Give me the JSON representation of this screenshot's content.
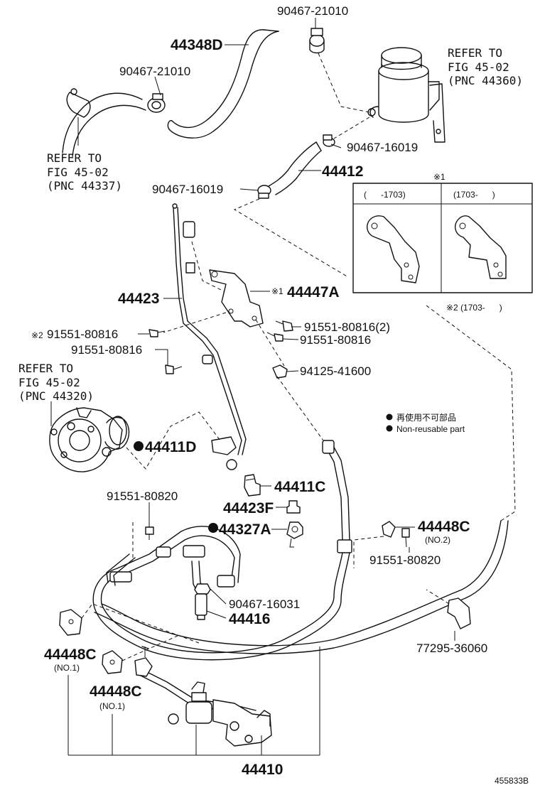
{
  "labels": {
    "p_44348D": "44348D",
    "p_90467_21010_top": "90467-21010",
    "p_90467_21010_mid": "90467-21010",
    "ref_reservoir_1": "REFER TO",
    "ref_reservoir_2": "FIG 45-02",
    "ref_reservoir_3": "(PNC 44360)",
    "ref_hose_1": "REFER TO",
    "ref_hose_2": "FIG 45-02",
    "ref_hose_3": "(PNC 44337)",
    "p_90467_16019_a": "90467-16019",
    "p_44412": "44412",
    "p_90467_16019_b": "90467-16019",
    "p_44423": "44423",
    "p_44447A": "44447A",
    "mark_44447A": "※1",
    "p_91551_80816_2": "91551-80816(2)",
    "p_91551_80816_r": "91551-80816",
    "mark_91551_l": "※2",
    "p_91551_80816_l": "91551-80816",
    "p_91551_80816_l2": "91551-80816",
    "p_94125_41600": "94125-41600",
    "ref_pump_1": "REFER TO",
    "ref_pump_2": "FIG 45-02",
    "ref_pump_3": "(PNC 44320)",
    "p_44411D": "44411D",
    "p_44411C": "44411C",
    "p_91551_80820_a": "91551-80820",
    "p_44423F": "44423F",
    "p_44327A": "44327A",
    "p_44448C_no2": "44448C",
    "p_44448C_no2_sub": "(NO.2)",
    "p_91551_80820_b": "91551-80820",
    "p_90467_16031": "90467-16031",
    "p_44416": "44416",
    "p_77295_36060": "77295-36060",
    "p_44448C_no1a": "44448C",
    "p_44448C_no1a_sub": "(NO.1)",
    "p_44448C_no1b": "44448C",
    "p_44448C_no1b_sub": "(NO.1)",
    "p_44410": "44410",
    "figure_id": "455833B"
  },
  "inset": {
    "mark": "※1",
    "col_left": "(      -1703)",
    "col_right": "(1703-      )"
  },
  "note_mark2": "※2 (1703-      )",
  "legend": {
    "line1": "再使用不可部品",
    "line2": "Non-reusable part"
  }
}
